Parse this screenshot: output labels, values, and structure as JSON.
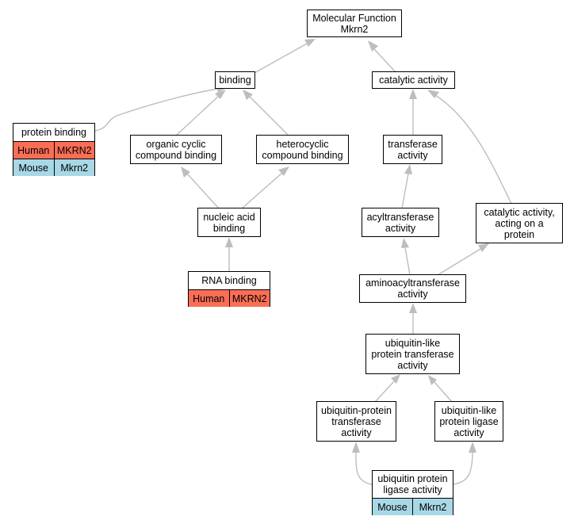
{
  "colors": {
    "human": "#fa6e55",
    "mouse": "#a8d8e6",
    "edge": "#bdbdbd"
  },
  "nodes": {
    "molecular_function": {
      "line1": "Molecular Function",
      "line2": "Mkrn2"
    },
    "binding": {
      "label": "binding"
    },
    "catalytic_activity": {
      "label": "catalytic activity"
    },
    "protein_binding": {
      "title": "protein binding",
      "rows": [
        {
          "species": "Human",
          "gene": "MKRN2"
        },
        {
          "species": "Mouse",
          "gene": "Mkrn2"
        }
      ]
    },
    "organic_cyclic": {
      "line1": "organic cyclic",
      "line2": "compound binding"
    },
    "heterocyclic": {
      "line1": "heterocyclic",
      "line2": "compound binding"
    },
    "transferase": {
      "line1": "transferase",
      "line2": "activity"
    },
    "nucleic_acid": {
      "line1": "nucleic acid",
      "line2": "binding"
    },
    "acyltransferase": {
      "line1": "acyltransferase",
      "line2": "activity"
    },
    "catalytic_acting": {
      "line1": "catalytic activity,",
      "line2": "acting on a",
      "line3": "protein"
    },
    "rna_binding": {
      "title": "RNA binding",
      "rows": [
        {
          "species": "Human",
          "gene": "MKRN2"
        }
      ]
    },
    "aminoacyltransferase": {
      "line1": "aminoacyltransferase",
      "line2": "activity"
    },
    "ubl_transferase": {
      "line1": "ubiquitin-like",
      "line2": "protein transferase",
      "line3": "activity"
    },
    "ub_transferase": {
      "line1": "ubiquitin-protein",
      "line2": "transferase",
      "line3": "activity"
    },
    "ubl_ligase": {
      "line1": "ubiquitin-like",
      "line2": "protein ligase",
      "line3": "activity"
    },
    "ub_ligase": {
      "line1": "ubiquitin protein",
      "line2": "ligase activity",
      "rows": [
        {
          "species": "Mouse",
          "gene": "Mkrn2"
        }
      ]
    }
  }
}
